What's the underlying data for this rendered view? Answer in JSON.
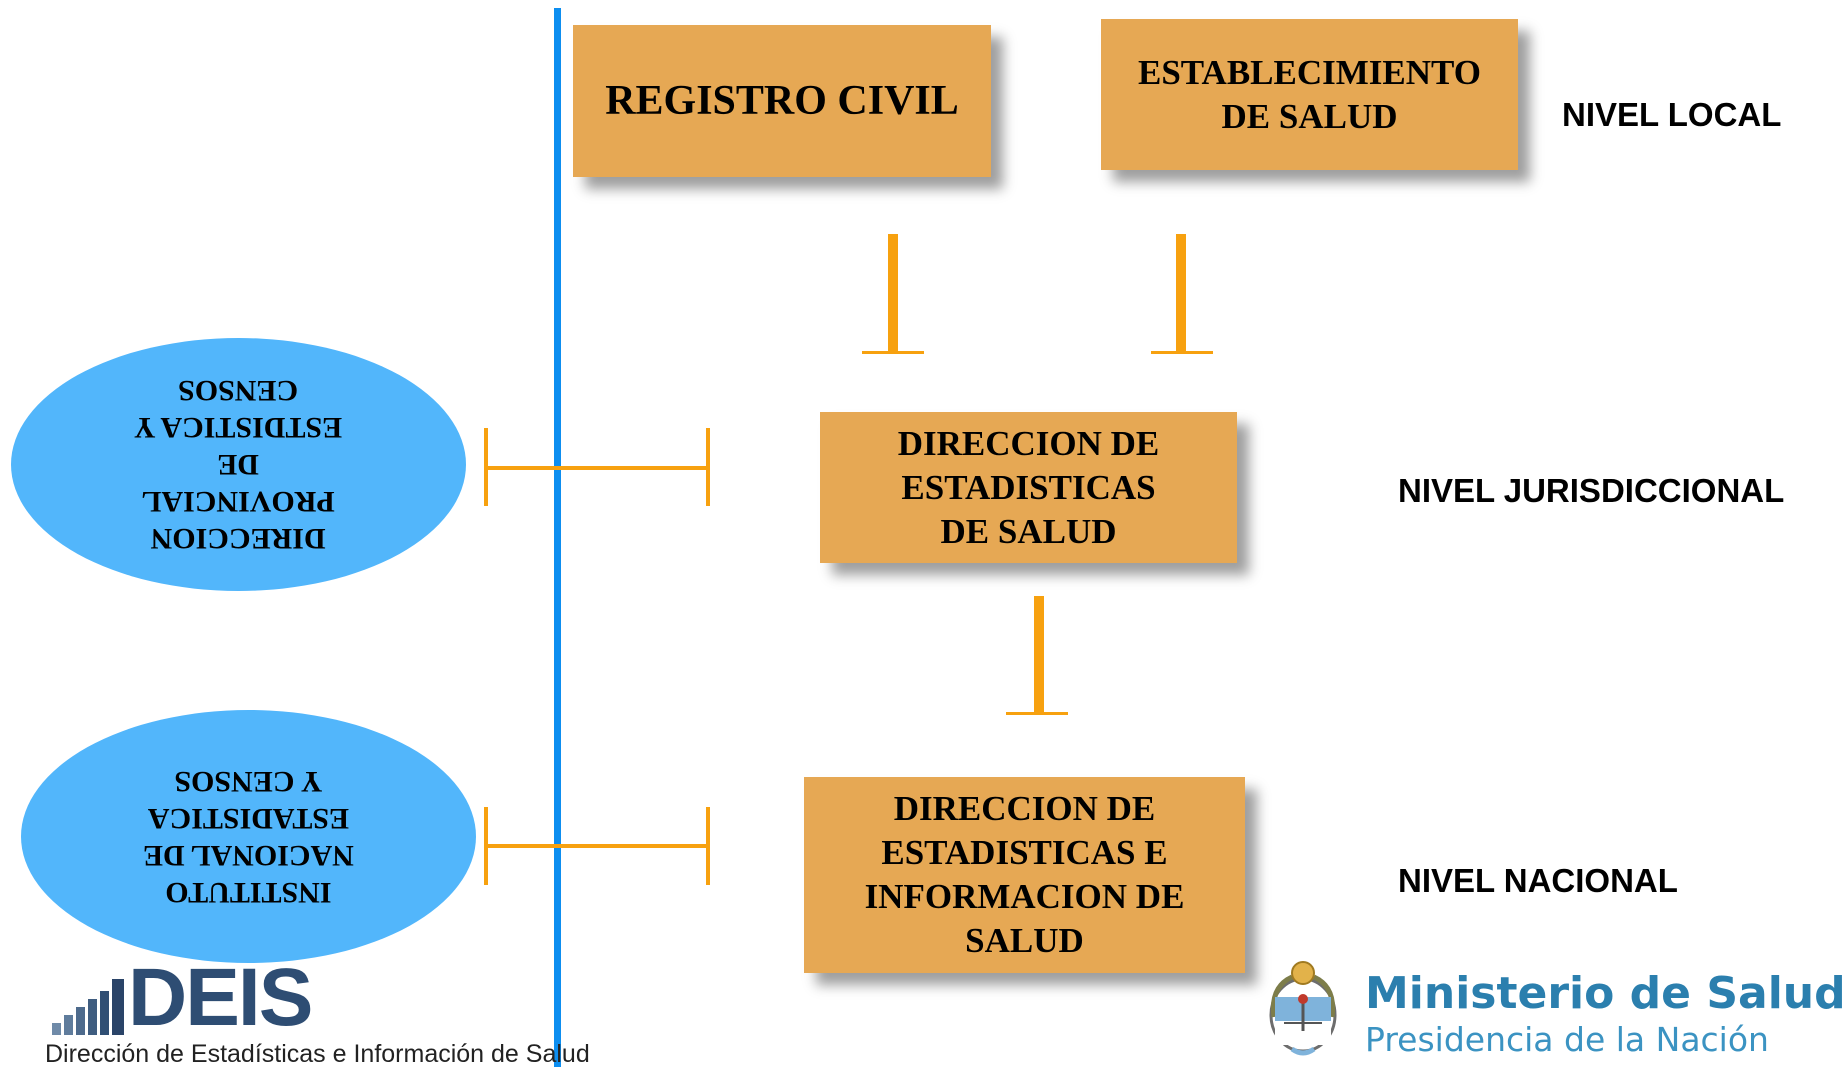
{
  "boxes": {
    "registro_civil": "REGISTRO CIVIL",
    "establecimiento": "ESTABLECIMIENTO\nDE SALUD",
    "direccion_salud": "DIRECCION DE\nESTADISTICAS\nDE SALUD",
    "direccion_nacional": "DIRECCION DE\nESTADISTICAS E\nINFORMACION DE\nSALUD"
  },
  "levels": {
    "local": "NIVEL LOCAL",
    "jurisdiccional": "NIVEL JURISDICCIONAL",
    "nacional": "NIVEL NACIONAL"
  },
  "ovals": {
    "provincial": "DIRECCION\nPROVINCIAL\nDE\nESTDISTICA Y\nCENSOS",
    "nacional": "INSTITUTO\nNACIONAL DE\nESTADISTICA\nY CENSOS"
  },
  "logos": {
    "deis_wordmark": "DEIS",
    "deis_subtitle": "Dirección de Estadísticas e Información de Salud",
    "ministerio_title": "Ministerio de Salud",
    "ministerio_subtitle": "Presidencia de la Nación"
  },
  "colors": {
    "box_fill": "#e6a854",
    "arrow": "#f7a10f",
    "oval_fill": "#52b6fb",
    "divider": "#0d8ef0"
  }
}
